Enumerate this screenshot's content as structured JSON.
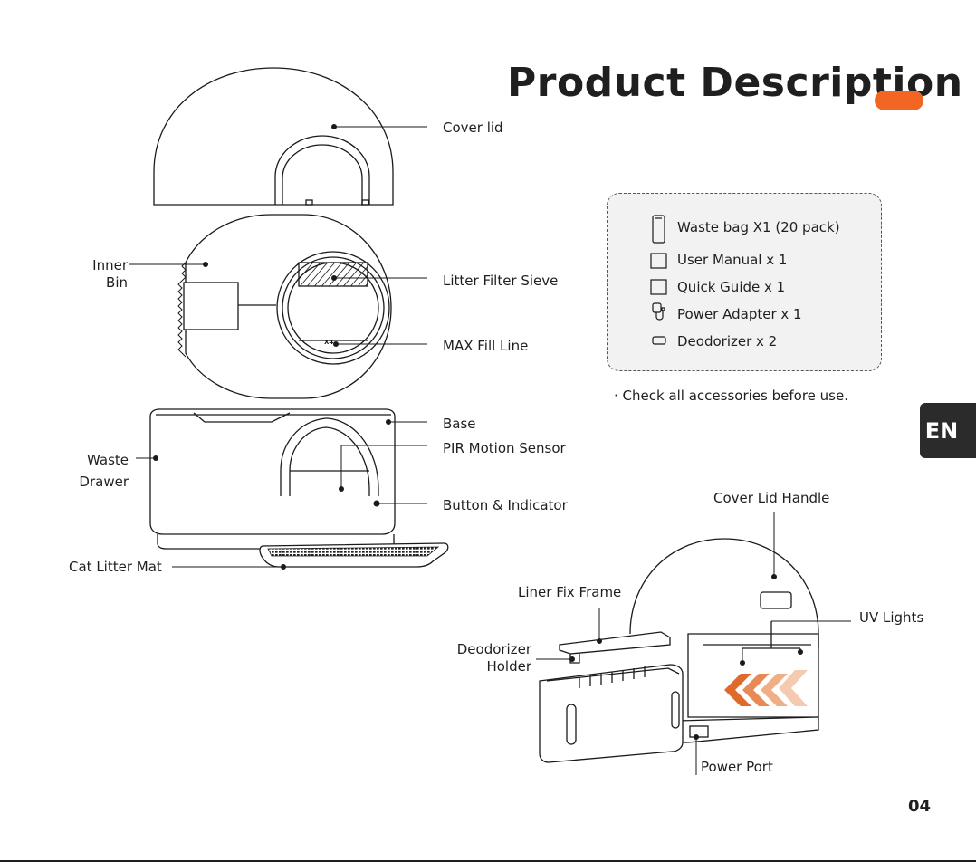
{
  "page": {
    "title": "Product Description",
    "language_tab": "EN",
    "page_number": "04",
    "accent_color": "#f26522"
  },
  "labels": {
    "cover_lid": "Cover lid",
    "inner_bin_1": "Inner",
    "inner_bin_2": "Bin",
    "litter_filter_sieve": "Litter Filter Sieve",
    "max_fill_line": "MAX Fill Line",
    "base": "Base",
    "pir_motion_sensor": "PIR Motion Sensor",
    "waste_drawer_1": "Waste",
    "waste_drawer_2": "Drawer",
    "button_indicator": "Button & Indicator",
    "cat_litter_mat": "Cat Litter Mat",
    "cover_lid_handle": "Cover Lid Handle",
    "liner_fix_frame": "Liner Fix Frame",
    "uv_lights": "UV Lights",
    "deodorizer_holder_1": "Deodorizer",
    "deodorizer_holder_2": "Holder",
    "power_port": "Power Port",
    "max_mark": "X4"
  },
  "accessories": {
    "items": [
      {
        "label": "Waste bag X1 (20 pack)",
        "icon": "waste-bag-icon"
      },
      {
        "label": "User Manual x 1",
        "icon": "manual-icon"
      },
      {
        "label": "Quick Guide x 1",
        "icon": "guide-icon"
      },
      {
        "label": "Power Adapter x 1",
        "icon": "adapter-icon"
      },
      {
        "label": "Deodorizer x 2",
        "icon": "deodorizer-icon"
      }
    ],
    "note": "· Check all accessories before use."
  },
  "colors": {
    "uv_arrows": [
      "#e06a2c",
      "#e88a55",
      "#efae86",
      "#f4cbb0"
    ]
  }
}
